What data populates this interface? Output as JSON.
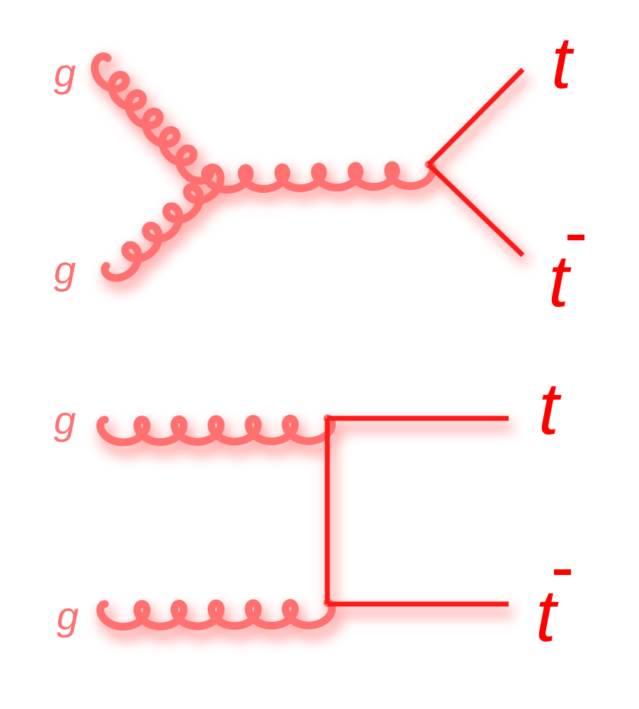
{
  "colors": {
    "gluon": "#ff7070",
    "quark": "#ff1a1a",
    "gluon_label": "#ff7070",
    "quark_label": "#ff0000",
    "glow": "#ff6a6a"
  },
  "diagrams": [
    {
      "id": "s-channel",
      "incoming": [
        {
          "label": "g"
        },
        {
          "label": "g"
        }
      ],
      "outgoing": [
        {
          "label": "t"
        },
        {
          "label": "t"
        }
      ]
    },
    {
      "id": "t-channel",
      "incoming": [
        {
          "label": "g"
        },
        {
          "label": "g"
        }
      ],
      "outgoing": [
        {
          "label": "t"
        },
        {
          "label": "t"
        }
      ]
    }
  ]
}
